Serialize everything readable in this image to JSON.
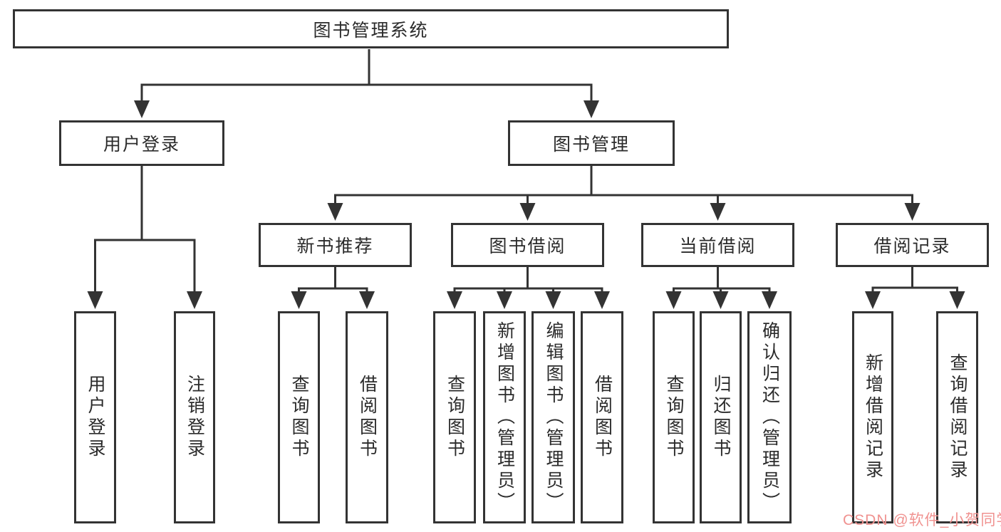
{
  "diagram_title": "图书管理系统",
  "colors": {
    "line": "#333333",
    "box_border": "#333333",
    "text": "#2b2b2b",
    "background": "#ffffff",
    "watermark": "#F09290"
  },
  "tree": {
    "label": "图书管理系统",
    "children": [
      {
        "label": "用户登录",
        "children": [
          {
            "label": "用户登录"
          },
          {
            "label": "注销登录"
          }
        ]
      },
      {
        "label": "图书管理",
        "children": [
          {
            "label": "新书推荐",
            "children": [
              {
                "label": "查询图书"
              },
              {
                "label": "借阅图书"
              }
            ]
          },
          {
            "label": "图书借阅",
            "children": [
              {
                "label": "查询图书"
              },
              {
                "label": "新增图书（管理员）"
              },
              {
                "label": "编辑图书（管理员）"
              },
              {
                "label": "借阅图书"
              }
            ]
          },
          {
            "label": "当前借阅",
            "children": [
              {
                "label": "查询图书"
              },
              {
                "label": "归还图书"
              },
              {
                "label": "确认归还（管理员）"
              }
            ]
          },
          {
            "label": "借阅记录",
            "children": [
              {
                "label": "新增借阅记录"
              },
              {
                "label": "查询借阅记录"
              }
            ]
          }
        ]
      }
    ]
  },
  "watermark": {
    "text": "CSDN @软件_小贺同学"
  }
}
